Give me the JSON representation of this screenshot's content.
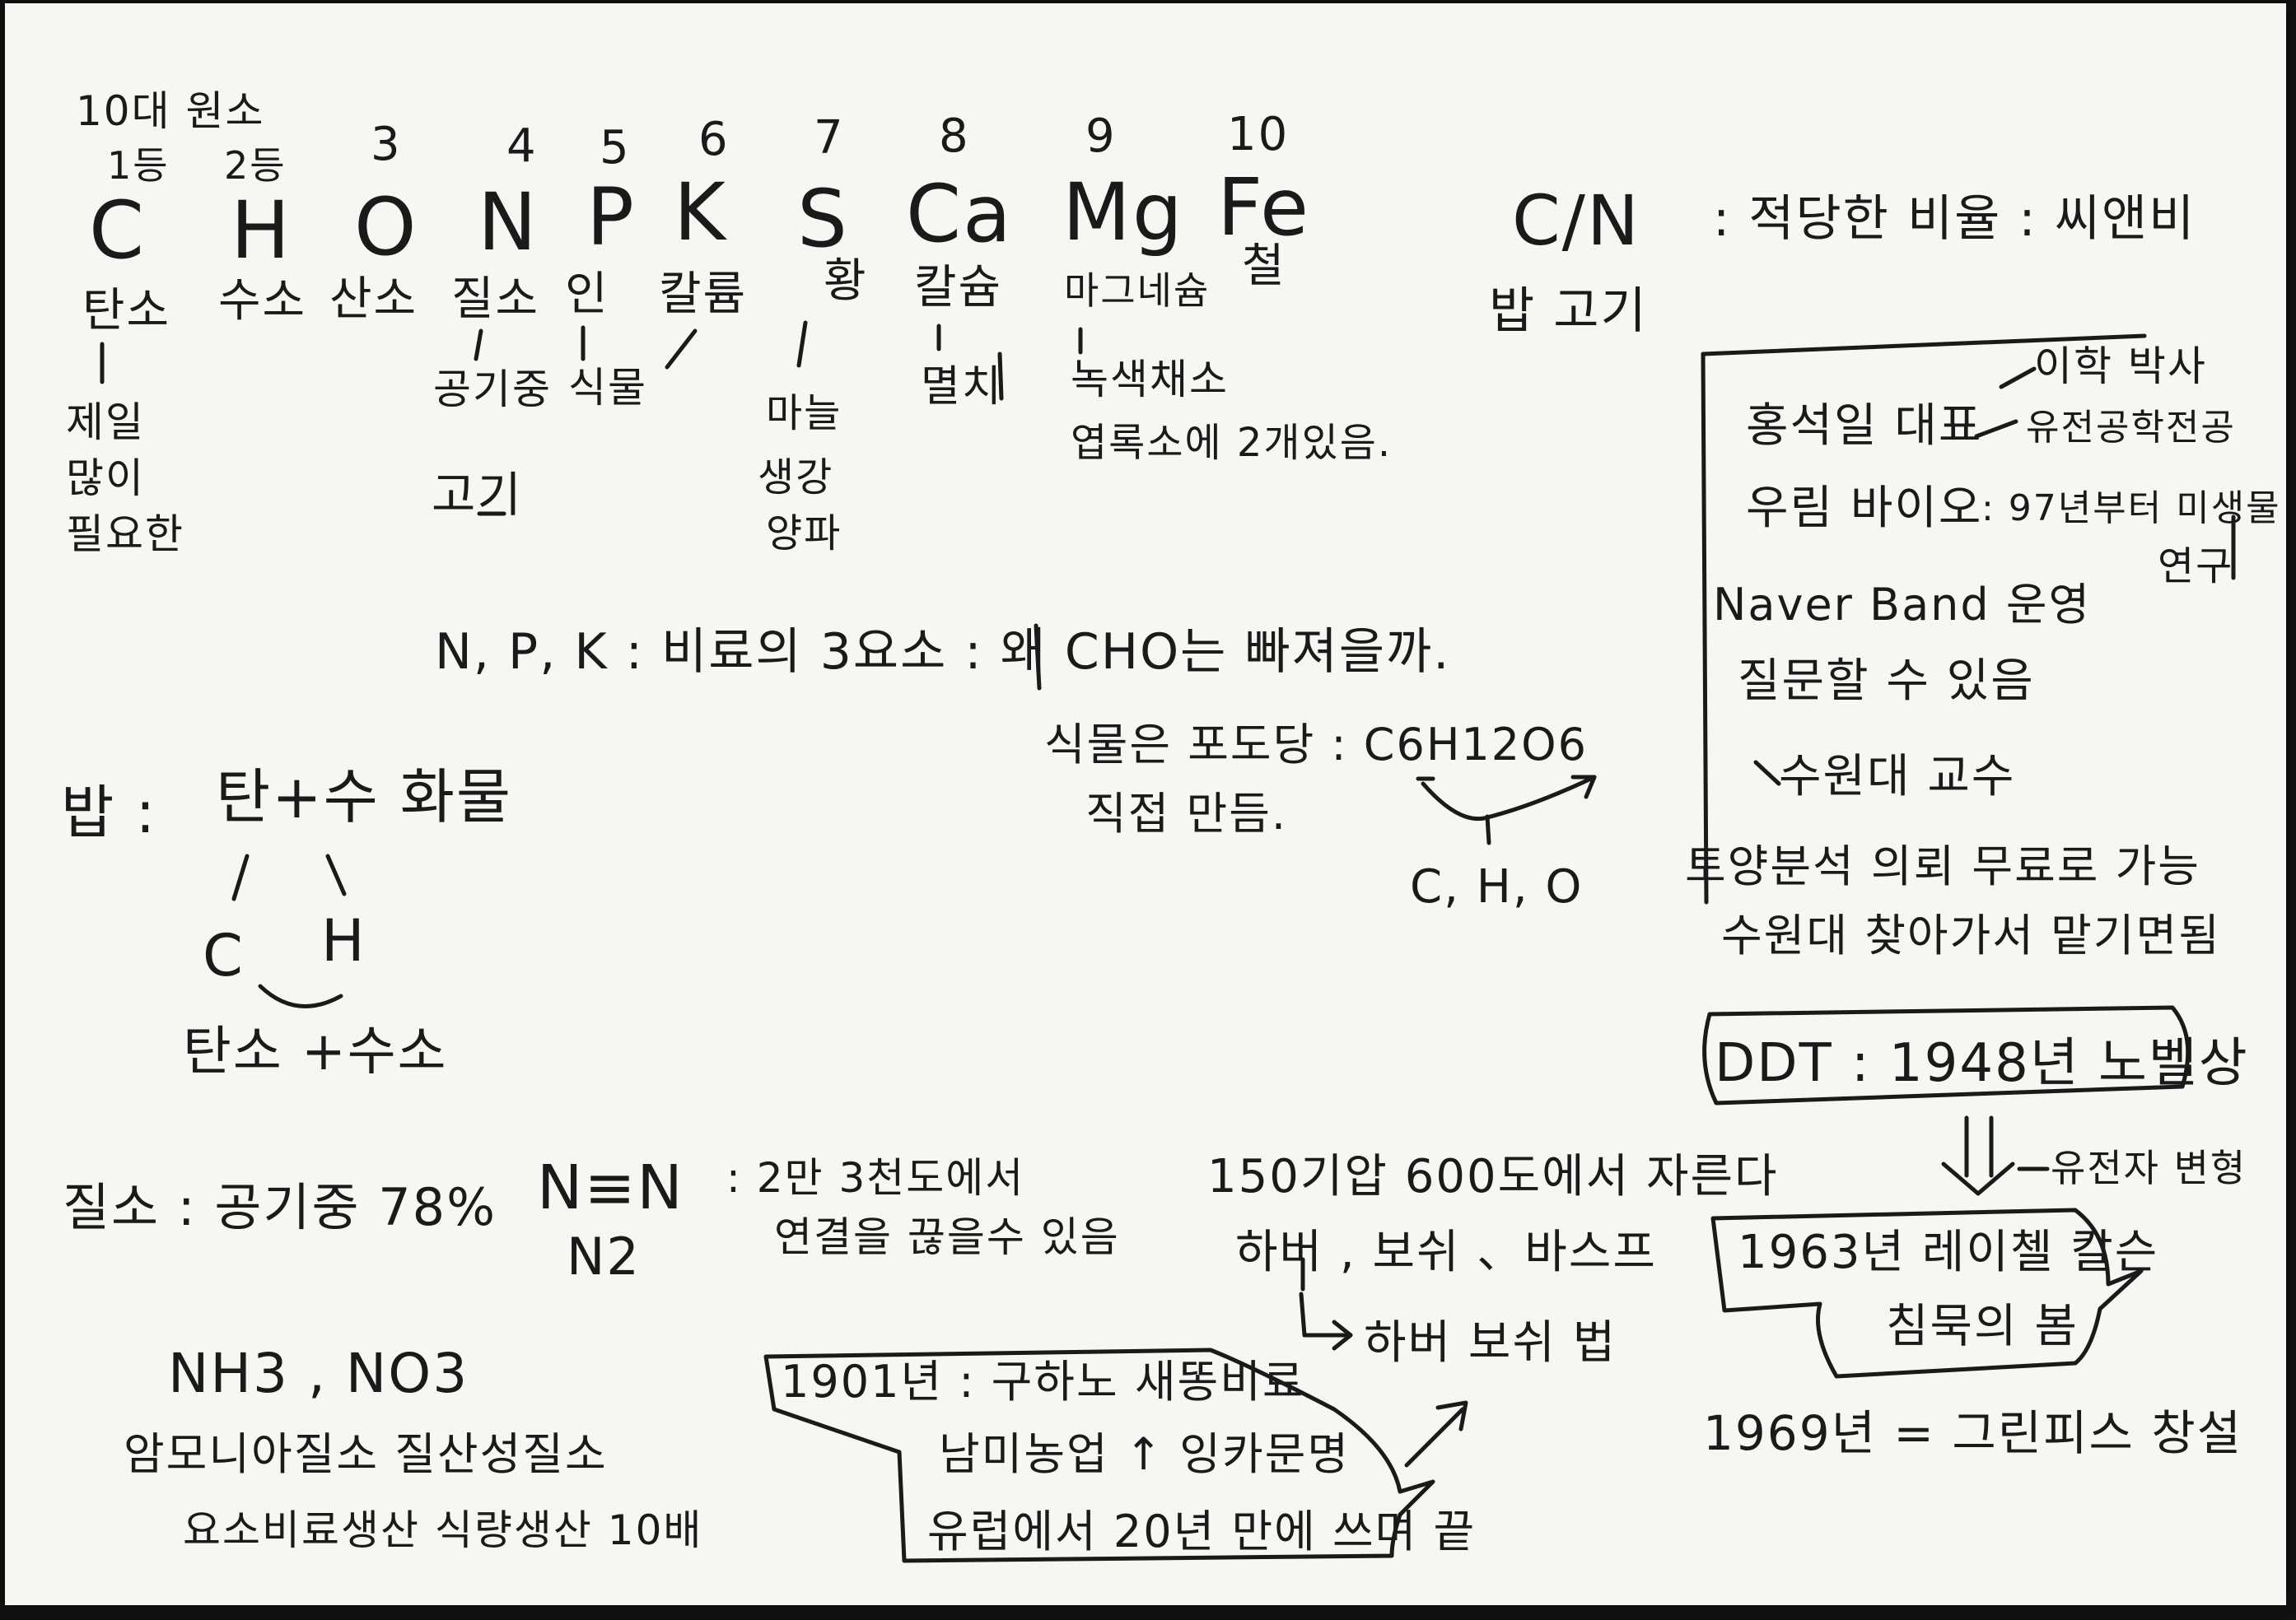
{
  "title": "10대 원소",
  "rank_first": "1등",
  "rank_second": "2등",
  "element_numbers": [
    "3",
    "4",
    "5",
    "6",
    "7",
    "8",
    "9",
    "10"
  ],
  "elements": [
    "C",
    "H",
    "O",
    "N",
    "P",
    "K",
    "S",
    "Ca",
    "Mg",
    "Fe"
  ],
  "element_names": [
    "탄소",
    "수소",
    "산소",
    "질소",
    "인",
    "칼륨",
    "황",
    "칼슘",
    "마그네슘",
    "철"
  ],
  "carbon_note": [
    "제일",
    "많이",
    "필요한"
  ],
  "nitrogen_note": [
    "공기중",
    "고기"
  ],
  "phosphorus_note": "식물",
  "sulfur_note": [
    "마늘",
    "생강",
    "양파"
  ],
  "calcium_note": "멸치",
  "magnesium_note": [
    "녹색채소",
    "엽록소에 2개있음."
  ],
  "cn_ratio": {
    "formula": "C/N",
    "text": ": 적당한 비율 : 씨앤비",
    "sub": "밥 고기"
  },
  "box_notes": {
    "line1": "홍석일 대표",
    "tag1": "이학 박사",
    "tag2": "유전공학전공",
    "line2": "우림 바이오",
    "tag3": ": 97년부터 미생물",
    "tag4": "연구",
    "line3": "Naver Band 운영",
    "line4": "질문할 수 있음",
    "line5": "수원대 교수",
    "line6": "토양분석 의뢰 무료로 가능",
    "line7": "수원대 찾아가서 맡기면됨"
  },
  "npk_line": "N, P, K : 비료의 3요소 : 왜 CHO는 빠져을까.",
  "photosynthesis": {
    "line1": "식물은 포도당 : C6H12O6",
    "line2": "직접 만듬.",
    "atoms": "C, H, O"
  },
  "rice": {
    "label": "밥 :",
    "formula": "탄+수 화물",
    "c": "C",
    "h": "H",
    "bottom": "탄소 +수소"
  },
  "nitrogen": {
    "label": "질소 : 공기중 78%",
    "triple_bond": "N≡N",
    "n2": "N2",
    "text1": ": 2만 3천도에서",
    "text2": "연결을 끊을수 있음",
    "temp": "150기압 600도에서 자른다",
    "names": "하버 , 보쉬 、바스프",
    "method": "하버 보쉬 법"
  },
  "ammonia": {
    "formula": "NH3 , NO3",
    "names": "암모니아질소 질산성질소",
    "result": "요소비료생산 식량생산 10배"
  },
  "year1901": {
    "line1": "1901년 : 구하노 새똥비료",
    "line2": "남미농업 ↑ 잉카문명",
    "line3": "유럽에서 20년 만에 쓰며 끝"
  },
  "ddt": "DDT : 1948년 노벨상",
  "gene_change": "유전자 변형",
  "book": {
    "line1": "1963년 레이첼 칼슨",
    "line2": "침묵의 봄"
  },
  "greenpeace": "1969년 = 그린피스 창설"
}
